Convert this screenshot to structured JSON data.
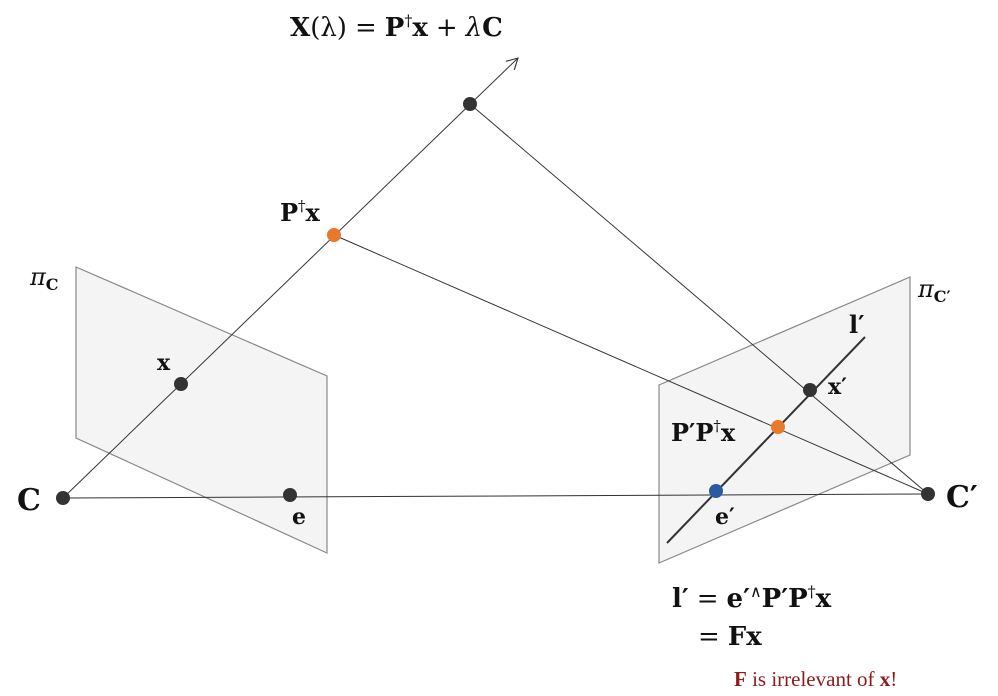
{
  "equation_top": {
    "lhs_symbol": "X",
    "lhs_arg": "(λ)",
    "equals": "=",
    "p_symbol": "P",
    "dagger": "†",
    "x_symbol": "x",
    "plus": "+",
    "lambda": "λ",
    "c_symbol": "C"
  },
  "labels": {
    "pi": "π",
    "pi_c_sub": "C",
    "pi_cprime_sub": "C′",
    "point_x": "x",
    "point_e": "e",
    "center_c": "C",
    "center_cprime": "C′",
    "pdagger_p": "P",
    "pdagger_dagger": "†",
    "pdagger_x": "x",
    "proj_pprime": "P′P",
    "proj_dagger": "†",
    "proj_x": "x",
    "point_xprime": "x′",
    "point_eprime": "e′",
    "line_lprime": "l′"
  },
  "equation_bottom": {
    "line1_lhs": "l′",
    "line1_eq": "=",
    "line1_e": "e′",
    "line1_wedge": "∧",
    "line1_p": "P′P",
    "line1_dagger": "†",
    "line1_x": "x",
    "line2_eq": "=",
    "line2_rhs": "Fx"
  },
  "note": {
    "f": "F",
    "middle": " is irrelevant of ",
    "x": "x",
    "end": "!"
  },
  "colors": {
    "plane_fill": "#f4f4f4",
    "plane_stroke": "#888888",
    "line": "#333333",
    "point": "#333333",
    "orange": "#e8792b",
    "blue": "#2c5aa0",
    "note_red": "#8b1a1a"
  }
}
